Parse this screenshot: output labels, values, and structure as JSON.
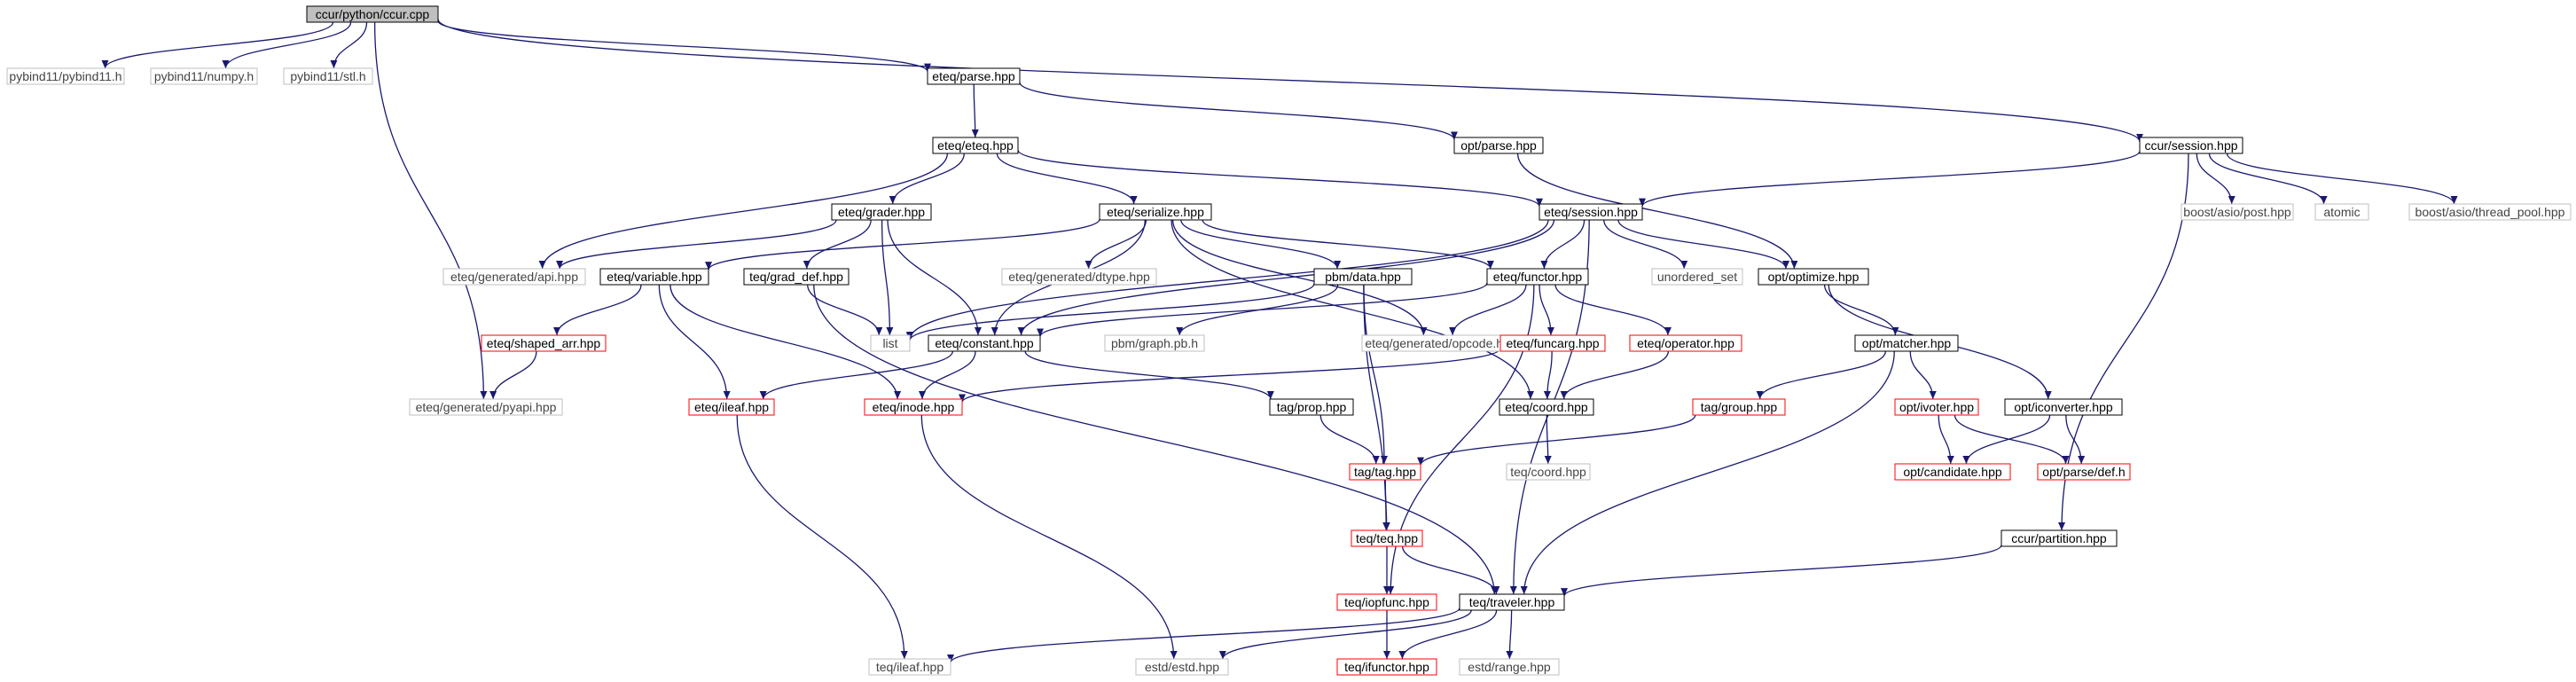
{
  "colors": {
    "edge": "#191970",
    "box_default": "#000000",
    "box_gray": "#bfbfbf",
    "box_red": "#ff0000",
    "box_root_fill": "#bfbfbf"
  },
  "nodes": [
    {
      "id": "ccur_cpp",
      "label": "ccur/python/ccur.cpp",
      "kind": "root"
    },
    {
      "id": "pybind11",
      "label": "pybind11/pybind11.h",
      "kind": "gray"
    },
    {
      "id": "numpy",
      "label": "pybind11/numpy.h",
      "kind": "gray"
    },
    {
      "id": "stl",
      "label": "pybind11/stl.h",
      "kind": "gray"
    },
    {
      "id": "eteq_parse",
      "label": "eteq/parse.hpp",
      "kind": "default"
    },
    {
      "id": "ccur_session",
      "label": "ccur/session.hpp",
      "kind": "default"
    },
    {
      "id": "eteq_eteq",
      "label": "eteq/eteq.hpp",
      "kind": "default"
    },
    {
      "id": "opt_parse",
      "label": "opt/parse.hpp",
      "kind": "default"
    },
    {
      "id": "eteq_grader",
      "label": "eteq/grader.hpp",
      "kind": "default"
    },
    {
      "id": "eteq_serialize",
      "label": "eteq/serialize.hpp",
      "kind": "default"
    },
    {
      "id": "eteq_session",
      "label": "eteq/session.hpp",
      "kind": "default"
    },
    {
      "id": "boost_post",
      "label": "boost/asio/post.hpp",
      "kind": "gray"
    },
    {
      "id": "atomic",
      "label": "atomic",
      "kind": "gray"
    },
    {
      "id": "boost_pool",
      "label": "boost/asio/thread_pool.hpp",
      "kind": "gray"
    },
    {
      "id": "gen_api",
      "label": "eteq/generated/api.hpp",
      "kind": "gray"
    },
    {
      "id": "eteq_variable",
      "label": "eteq/variable.hpp",
      "kind": "default"
    },
    {
      "id": "teq_grad_def",
      "label": "teq/grad_def.hpp",
      "kind": "default"
    },
    {
      "id": "gen_dtype",
      "label": "eteq/generated/dtype.hpp",
      "kind": "gray"
    },
    {
      "id": "pbm_data",
      "label": "pbm/data.hpp",
      "kind": "default"
    },
    {
      "id": "eteq_functor",
      "label": "eteq/functor.hpp",
      "kind": "default"
    },
    {
      "id": "unordered_set",
      "label": "unordered_set",
      "kind": "gray"
    },
    {
      "id": "opt_optimize",
      "label": "opt/optimize.hpp",
      "kind": "default"
    },
    {
      "id": "shaped_arr",
      "label": "eteq/shaped_arr.hpp",
      "kind": "red"
    },
    {
      "id": "list",
      "label": "list",
      "kind": "gray"
    },
    {
      "id": "eteq_constant",
      "label": "eteq/constant.hpp",
      "kind": "default"
    },
    {
      "id": "graph_pb",
      "label": "pbm/graph.pb.h",
      "kind": "gray"
    },
    {
      "id": "gen_opcode",
      "label": "eteq/generated/opcode.hpp",
      "kind": "gray"
    },
    {
      "id": "eteq_funcarg",
      "label": "eteq/funcarg.hpp",
      "kind": "red"
    },
    {
      "id": "eteq_operator",
      "label": "eteq/operator.hpp",
      "kind": "red"
    },
    {
      "id": "opt_matcher",
      "label": "opt/matcher.hpp",
      "kind": "default"
    },
    {
      "id": "gen_pyapi",
      "label": "eteq/generated/pyapi.hpp",
      "kind": "gray"
    },
    {
      "id": "eteq_ileaf",
      "label": "eteq/ileaf.hpp",
      "kind": "red"
    },
    {
      "id": "eteq_inode",
      "label": "eteq/inode.hpp",
      "kind": "red"
    },
    {
      "id": "tag_prop",
      "label": "tag/prop.hpp",
      "kind": "default"
    },
    {
      "id": "eteq_coord",
      "label": "eteq/coord.hpp",
      "kind": "default"
    },
    {
      "id": "tag_group",
      "label": "tag/group.hpp",
      "kind": "red"
    },
    {
      "id": "opt_ivoter",
      "label": "opt/ivoter.hpp",
      "kind": "red"
    },
    {
      "id": "opt_iconverter",
      "label": "opt/iconverter.hpp",
      "kind": "default"
    },
    {
      "id": "teq_coord",
      "label": "teq/coord.hpp",
      "kind": "gray"
    },
    {
      "id": "tag_tag",
      "label": "tag/tag.hpp",
      "kind": "red"
    },
    {
      "id": "opt_candidate",
      "label": "opt/candidate.hpp",
      "kind": "red"
    },
    {
      "id": "opt_parse_def",
      "label": "opt/parse/def.h",
      "kind": "red"
    },
    {
      "id": "teq_teq",
      "label": "teq/teq.hpp",
      "kind": "red"
    },
    {
      "id": "ccur_partition",
      "label": "ccur/partition.hpp",
      "kind": "default"
    },
    {
      "id": "teq_iopfunc",
      "label": "teq/iopfunc.hpp",
      "kind": "red"
    },
    {
      "id": "teq_traveler",
      "label": "teq/traveler.hpp",
      "kind": "default"
    },
    {
      "id": "teq_ileaf",
      "label": "teq/ileaf.hpp",
      "kind": "gray"
    },
    {
      "id": "estd_estd",
      "label": "estd/estd.hpp",
      "kind": "gray"
    },
    {
      "id": "teq_ifunctor",
      "label": "teq/ifunctor.hpp",
      "kind": "red"
    },
    {
      "id": "estd_range",
      "label": "estd/range.hpp",
      "kind": "gray"
    }
  ],
  "edges": [
    [
      "ccur_cpp",
      "pybind11"
    ],
    [
      "ccur_cpp",
      "numpy"
    ],
    [
      "ccur_cpp",
      "stl"
    ],
    [
      "ccur_cpp",
      "eteq_parse"
    ],
    [
      "ccur_cpp",
      "ccur_session"
    ],
    [
      "ccur_cpp",
      "gen_pyapi"
    ],
    [
      "eteq_parse",
      "eteq_eteq"
    ],
    [
      "eteq_parse",
      "opt_parse"
    ],
    [
      "eteq_eteq",
      "eteq_grader"
    ],
    [
      "eteq_eteq",
      "eteq_serialize"
    ],
    [
      "eteq_eteq",
      "eteq_session"
    ],
    [
      "eteq_eteq",
      "gen_api"
    ],
    [
      "opt_parse",
      "opt_optimize"
    ],
    [
      "ccur_session",
      "eteq_session"
    ],
    [
      "ccur_session",
      "boost_post"
    ],
    [
      "ccur_session",
      "atomic"
    ],
    [
      "ccur_session",
      "boost_pool"
    ],
    [
      "ccur_session",
      "ccur_partition"
    ],
    [
      "eteq_grader",
      "gen_api"
    ],
    [
      "eteq_grader",
      "teq_grad_def"
    ],
    [
      "eteq_grader",
      "list"
    ],
    [
      "eteq_grader",
      "eteq_constant"
    ],
    [
      "eteq_serialize",
      "eteq_variable"
    ],
    [
      "eteq_serialize",
      "gen_dtype"
    ],
    [
      "eteq_serialize",
      "pbm_data"
    ],
    [
      "eteq_serialize",
      "eteq_functor"
    ],
    [
      "eteq_serialize",
      "eteq_constant"
    ],
    [
      "eteq_serialize",
      "gen_opcode"
    ],
    [
      "eteq_serialize",
      "eteq_coord"
    ],
    [
      "eteq_session",
      "eteq_functor"
    ],
    [
      "eteq_session",
      "unordered_set"
    ],
    [
      "eteq_session",
      "opt_optimize"
    ],
    [
      "eteq_session",
      "list"
    ],
    [
      "eteq_session",
      "eteq_constant"
    ],
    [
      "eteq_session",
      "teq_traveler"
    ],
    [
      "eteq_variable",
      "shaped_arr"
    ],
    [
      "eteq_variable",
      "eteq_ileaf"
    ],
    [
      "eteq_variable",
      "eteq_inode"
    ],
    [
      "teq_grad_def",
      "list"
    ],
    [
      "teq_grad_def",
      "teq_traveler"
    ],
    [
      "pbm_data",
      "list"
    ],
    [
      "pbm_data",
      "graph_pb"
    ],
    [
      "pbm_data",
      "tag_tag"
    ],
    [
      "pbm_data",
      "teq_teq"
    ],
    [
      "eteq_functor",
      "gen_opcode"
    ],
    [
      "eteq_functor",
      "eteq_funcarg"
    ],
    [
      "eteq_functor",
      "eteq_operator"
    ],
    [
      "eteq_functor",
      "eteq_constant"
    ],
    [
      "eteq_functor",
      "teq_iopfunc"
    ],
    [
      "opt_optimize",
      "opt_matcher"
    ],
    [
      "opt_optimize",
      "opt_iconverter"
    ],
    [
      "shaped_arr",
      "gen_pyapi"
    ],
    [
      "eteq_constant",
      "eteq_ileaf"
    ],
    [
      "eteq_constant",
      "eteq_inode"
    ],
    [
      "eteq_constant",
      "tag_prop"
    ],
    [
      "eteq_funcarg",
      "eteq_coord"
    ],
    [
      "eteq_funcarg",
      "eteq_inode"
    ],
    [
      "eteq_operator",
      "eteq_coord"
    ],
    [
      "opt_matcher",
      "tag_group"
    ],
    [
      "opt_matcher",
      "opt_ivoter"
    ],
    [
      "opt_matcher",
      "teq_traveler"
    ],
    [
      "eteq_ileaf",
      "teq_ileaf"
    ],
    [
      "eteq_inode",
      "estd_estd"
    ],
    [
      "tag_prop",
      "tag_tag"
    ],
    [
      "eteq_coord",
      "teq_coord"
    ],
    [
      "tag_group",
      "tag_tag"
    ],
    [
      "opt_ivoter",
      "opt_candidate"
    ],
    [
      "opt_ivoter",
      "opt_parse_def"
    ],
    [
      "opt_iconverter",
      "opt_candidate"
    ],
    [
      "opt_iconverter",
      "opt_parse_def"
    ],
    [
      "tag_tag",
      "teq_teq"
    ],
    [
      "teq_teq",
      "teq_iopfunc"
    ],
    [
      "teq_teq",
      "teq_traveler"
    ],
    [
      "ccur_partition",
      "teq_traveler"
    ],
    [
      "teq_iopfunc",
      "teq_ifunctor"
    ],
    [
      "teq_traveler",
      "teq_ileaf"
    ],
    [
      "teq_traveler",
      "estd_estd"
    ],
    [
      "teq_traveler",
      "teq_ifunctor"
    ],
    [
      "teq_traveler",
      "estd_range"
    ]
  ]
}
